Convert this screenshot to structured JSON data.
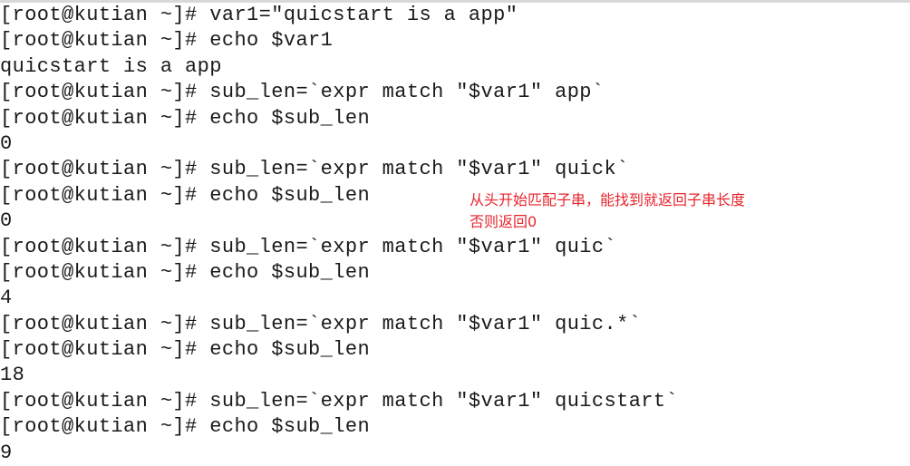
{
  "terminal": {
    "lines": [
      "[root@kutian ~]# var1=\"quicstart is a app\"",
      "[root@kutian ~]# echo $var1",
      "quicstart is a app",
      "[root@kutian ~]# sub_len=`expr match \"$var1\" app`",
      "[root@kutian ~]# echo $sub_len",
      "0",
      "[root@kutian ~]# sub_len=`expr match \"$var1\" quick`",
      "[root@kutian ~]# echo $sub_len",
      "0",
      "[root@kutian ~]# sub_len=`expr match \"$var1\" quic`",
      "[root@kutian ~]# echo $sub_len",
      "4",
      "[root@kutian ~]# sub_len=`expr match \"$var1\" quic.*`",
      "[root@kutian ~]# echo $sub_len",
      "18",
      "[root@kutian ~]# sub_len=`expr match \"$var1\" quicstart`",
      "[root@kutian ~]# echo $sub_len",
      "9"
    ]
  },
  "annotation": {
    "line1": "从头开始匹配子串，能找到就返回子串长度",
    "line2": "否则返回0",
    "color": "#e8242b"
  }
}
